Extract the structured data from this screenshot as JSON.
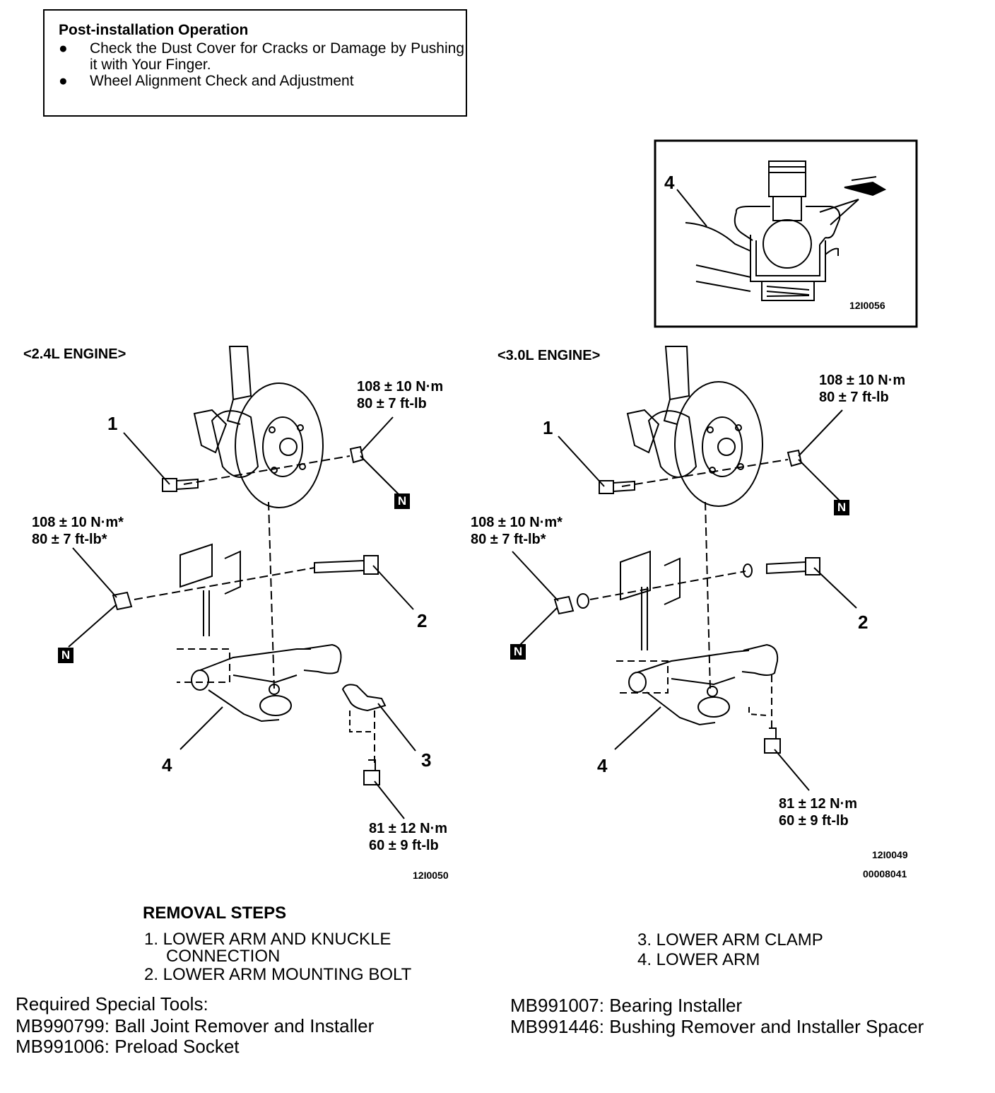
{
  "note": {
    "title": "Post-installation Operation",
    "bullet": "●",
    "items": [
      "Check the Dust Cover for Cracks or Damage by Pushing it with Your Finger.",
      "Wheel Alignment Check and Adjustment"
    ]
  },
  "inset": {
    "callout": "4",
    "fig_id": "12I0056"
  },
  "left_diagram": {
    "engine_label": "<2.4L ENGINE>",
    "callouts": [
      "1",
      "2",
      "3",
      "4"
    ],
    "torque_top": [
      "108 ± 10 N·m",
      "80 ± 7 ft-lb"
    ],
    "torque_mid": [
      "108 ± 10 N·m*",
      "80 ± 7 ft-lb*"
    ],
    "torque_bottom": [
      "81 ± 12 N·m",
      "60 ± 9 ft-lb"
    ],
    "badge": "N",
    "fig_id": "12I0050"
  },
  "right_diagram": {
    "engine_label": "<3.0L ENGINE>",
    "callouts": [
      "1",
      "2",
      "4"
    ],
    "torque_top": [
      "108 ± 10 N·m",
      "80 ± 7 ft-lb"
    ],
    "torque_mid": [
      "108 ± 10 N·m*",
      "80 ± 7 ft-lb*"
    ],
    "torque_bottom": [
      "81 ± 12 N·m",
      "60 ± 9 ft-lb"
    ],
    "badge": "N",
    "fig_ids": [
      "12I0049",
      "00008041"
    ]
  },
  "removal": {
    "title": "REMOVAL STEPS",
    "steps": [
      "1. LOWER ARM AND KNUCKLE",
      "CONNECTION",
      "2. LOWER ARM MOUNTING BOLT",
      "3. LOWER ARM CLAMP",
      "4. LOWER ARM"
    ]
  },
  "tools": {
    "heading": "Required Special Tools:",
    "left": [
      "MB990799: Ball Joint Remover and Installer",
      "MB991006: Preload Socket"
    ],
    "right": [
      "MB991007: Bearing Installer",
      "MB991446: Bushing Remover and Installer Spacer"
    ]
  }
}
